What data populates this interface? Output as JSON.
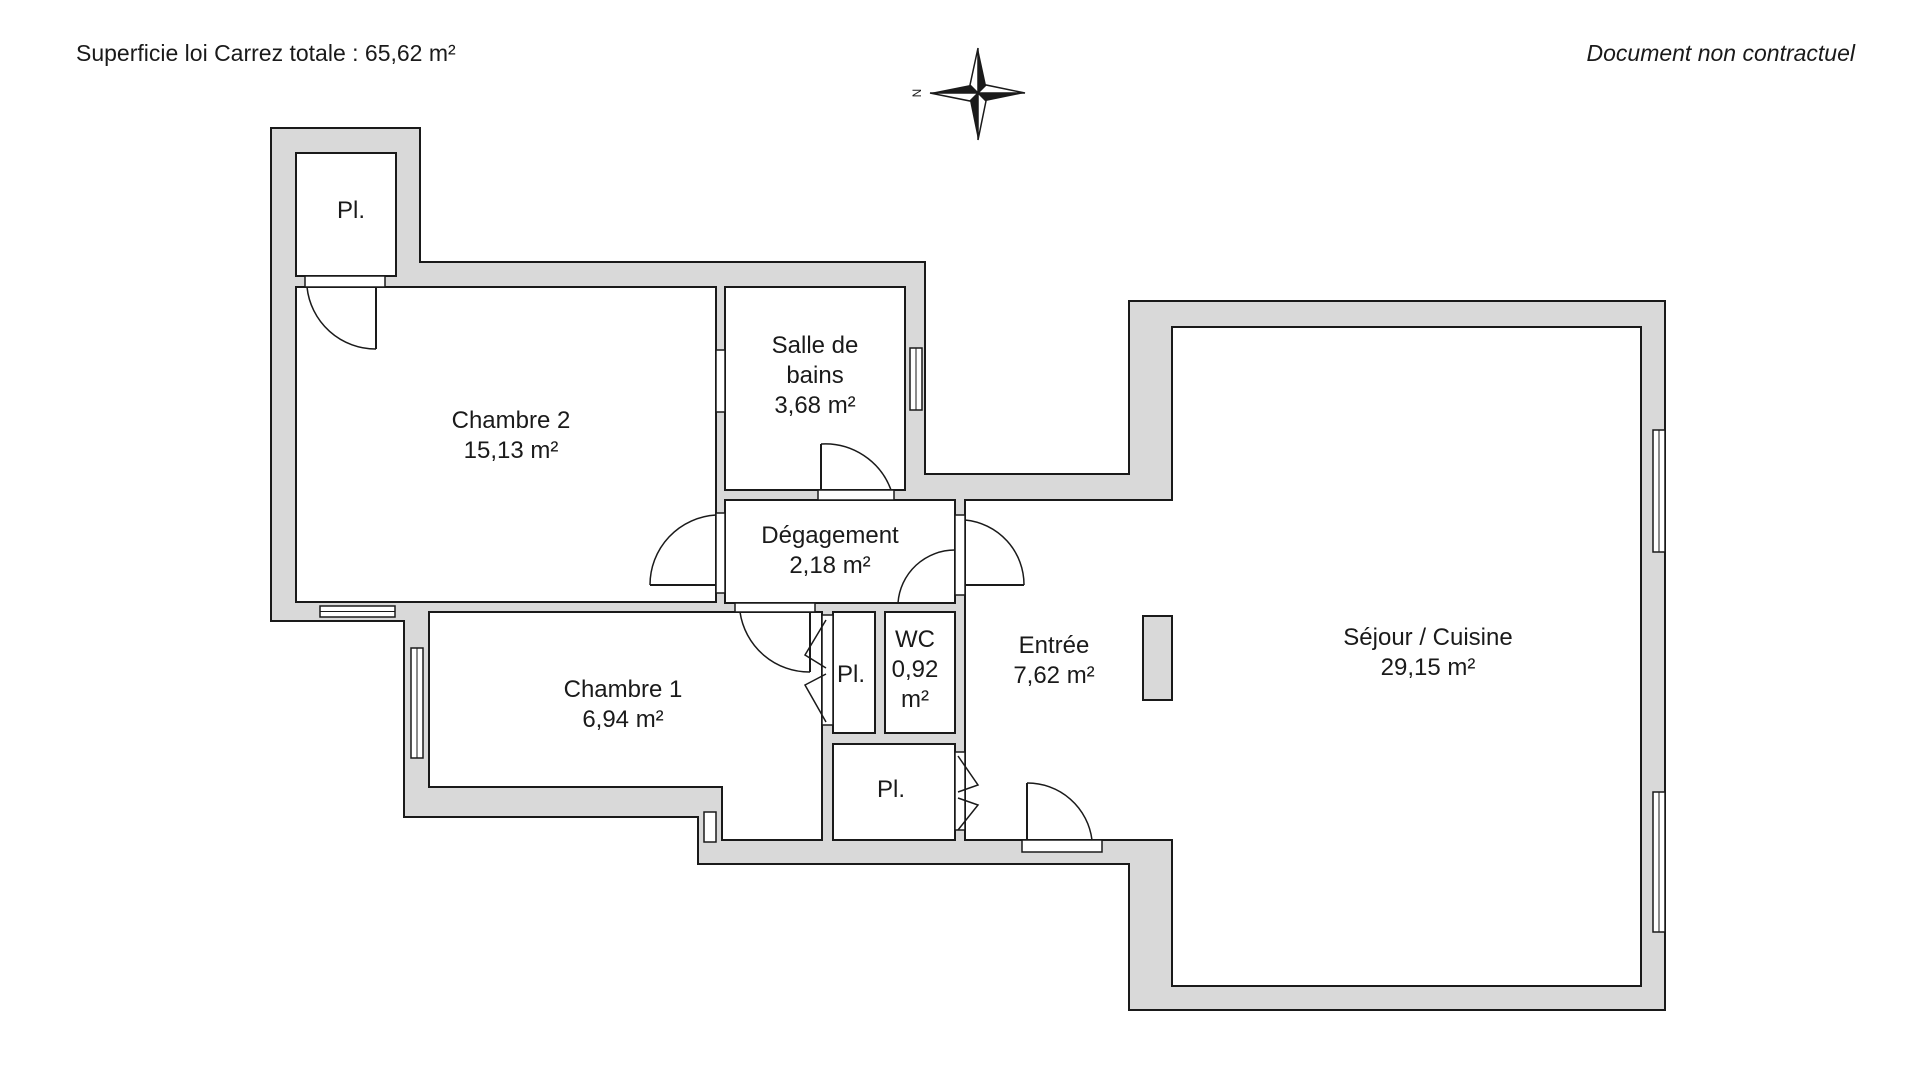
{
  "header": {
    "total_area": "Superficie loi Carrez totale :  65,62 m²",
    "disclaimer": "Document non contractuel"
  },
  "compass": {
    "north_label": "N"
  },
  "rooms": {
    "placard_top": [
      "Pl."
    ],
    "chambre2": [
      "Chambre 2",
      "15,13 m²"
    ],
    "salle_de_bains": [
      "Salle de",
      "bains",
      "3,68 m²"
    ],
    "degagement": [
      "Dégagement",
      "2,18 m²"
    ],
    "chambre1": [
      "Chambre 1",
      "6,94 m²"
    ],
    "placard_mid": [
      "Pl."
    ],
    "wc": [
      "WC",
      "0,92",
      "m²"
    ],
    "placard_low": [
      "Pl."
    ],
    "entree": [
      "Entrée",
      "7,62 m²"
    ],
    "sejour": [
      "Séjour / Cuisine",
      "29,15 m²"
    ]
  },
  "colors": {
    "wall_fill": "#d9d9d9",
    "line": "#1a1a1a",
    "background": "#ffffff"
  }
}
